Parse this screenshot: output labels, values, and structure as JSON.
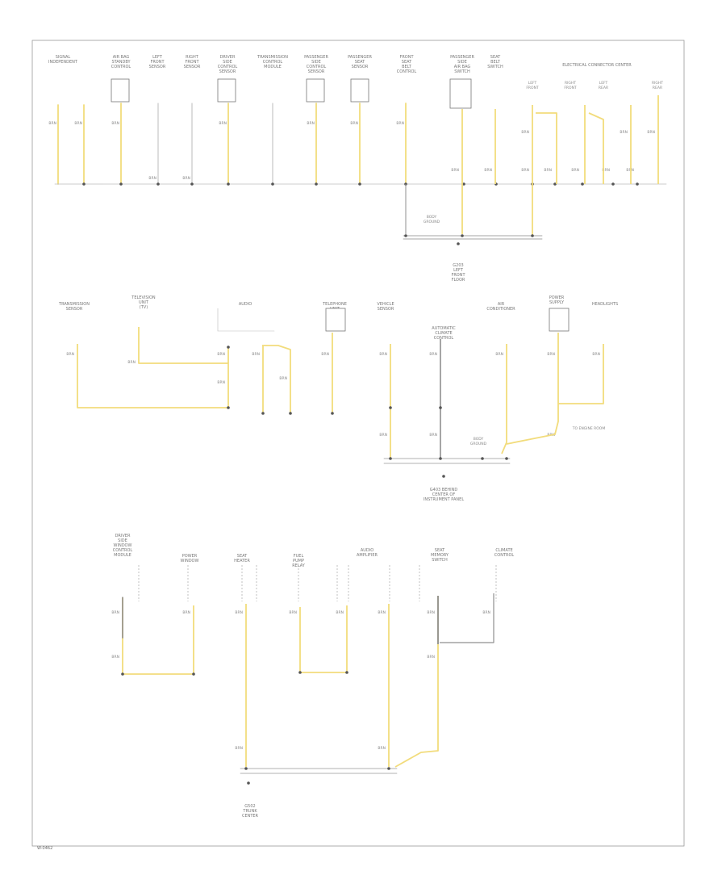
{
  "diagram": {
    "footer_code": "W-0462",
    "colors": {
      "wire_yellow": "#f2dc7c",
      "wire_gray": "#8f8f8f",
      "frame": "#9a9a9a",
      "text": "#777777"
    },
    "section1": {
      "components": [
        "SIGNAL\nINDEPENDENT",
        "AIR BAG\nSTANDBY\nCONTROL",
        "LEFT\nFRONT\nSENSOR",
        "RIGHT\nFRONT\nSENSOR",
        "DRIVER\nSIDE\nCONTROL\nSENSOR",
        "TRANSMISSION\nCONTROL\nMODULE",
        "PASSENGER\nSIDE\nCONTROL\nSENSOR",
        "PASSENGER\nSEAT\nSENSOR",
        "FRONT\nSEAT\nBELT\nCONTROL",
        "PASSENGER\nSIDE\nAIR BAG\nSWITCH",
        "SEAT\nBELT\nSWITCH"
      ],
      "header_right": "ELECTRICAL CONNECTOR CENTER",
      "sub_right": [
        "LEFT\nFRONT",
        "RIGHT\nFRONT",
        "LEFT\nREAR",
        "RIGHT\nREAR"
      ],
      "wire_code": "BRN",
      "note": "BODY\nGROUND",
      "ground_label": "G203\nLEFT\nFRONT\nFLOOR"
    },
    "section2": {
      "components": [
        "TRANSMISSION\nSENSOR",
        "TELEVISION\nUNIT\n(TV)",
        "AUDIO",
        "TELEPHONE\nUNIT",
        "VEHICLE\nSENSOR",
        "AUTOMATIC\nCLIMATE\nCONTROL",
        "AIR\nCONDITIONER",
        "POWER\nSUPPLY",
        "HEADLIGHTS"
      ],
      "wire_code": "BRN",
      "note_1": "BODY\nGROUND",
      "note_2": "TO ENGINE ROOM",
      "ground_label": "G403 BEHIND\nCENTER OF\nINSTRUMENT PANEL"
    },
    "section3": {
      "components": [
        "DRIVER\nSIDE\nWINDOW\nCONTROL\nMODULE",
        "POWER\nWINDOW",
        "SEAT\nHEATER",
        "FUEL\nPUMP\nRELAY",
        "AUDIO\nAMPLIFIER",
        "SEAT\nMEMORY\nSWITCH",
        "CLIMATE\nCONTROL"
      ],
      "wire_code": "BRN",
      "ground_label": "G502\nTRUNK\nCENTER"
    }
  }
}
